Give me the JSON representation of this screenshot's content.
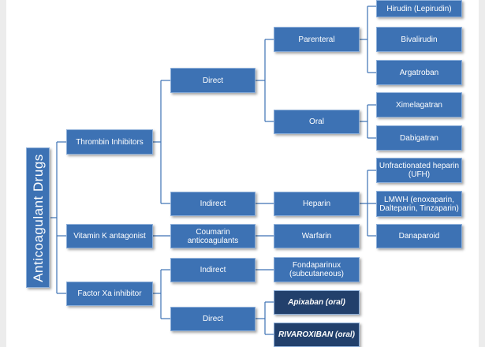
{
  "diagram": {
    "root": "Anticoagulant Drugs",
    "thrombin_inhibitors": "Thrombin Inhibitors",
    "vitamin_k_antagonist": "Vitamin K antagonist",
    "factor_xa_inhibitor": "Factor Xa inhibitor",
    "direct_thrombin": "Direct",
    "indirect_thrombin": "Indirect",
    "coumarin": "Coumarin anticoagulants",
    "indirect_xa": "Indirect",
    "direct_xa": "Direct",
    "parenteral": "Parenteral",
    "oral": "Oral",
    "heparin": "Heparin",
    "warfarin": "Warfarin",
    "fondaparinux": "Fondaparinux (subcutaneous)",
    "apixaban": "Apixaban (oral)",
    "rivaroxiban": "RIVAROXIBAN (oral)",
    "hirudin": "Hirudin (Lepirudin)",
    "bivalirudin": "Bivalirudin",
    "argatroban": "Argatroban",
    "ximelagatran": "Ximelagatran",
    "dabigatran": "Dabigatran",
    "ufh": "Unfractionated heparin (UFH)",
    "lmwh": "LMWH (enoxaparin, Dalteparin, Tinzaparin)",
    "danaparoid": "Danaparoid"
  },
  "colors": {
    "box": "#3d72b4",
    "box_dark": "#22406c",
    "connector": "#3d72b4"
  }
}
